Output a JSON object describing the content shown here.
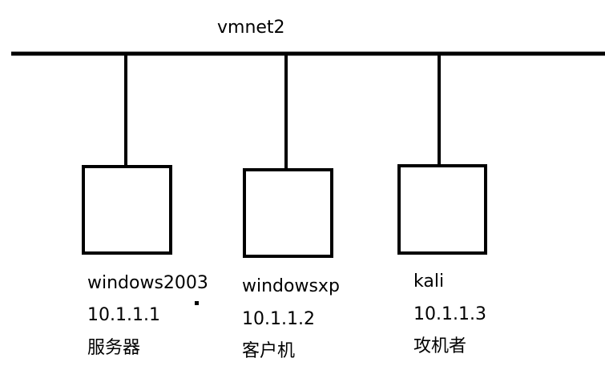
{
  "network": {
    "name": "vmnet2"
  },
  "hosts": [
    {
      "name": "windows2003",
      "ip": "10.1.1.1",
      "role": "服务器"
    },
    {
      "name": "windowsxp",
      "ip": "10.1.1.2",
      "role": "客户机"
    },
    {
      "name": "kali",
      "ip": "10.1.1.3",
      "role": "攻机者"
    }
  ],
  "colors": {
    "stroke": "#000000",
    "background": "#ffffff"
  }
}
